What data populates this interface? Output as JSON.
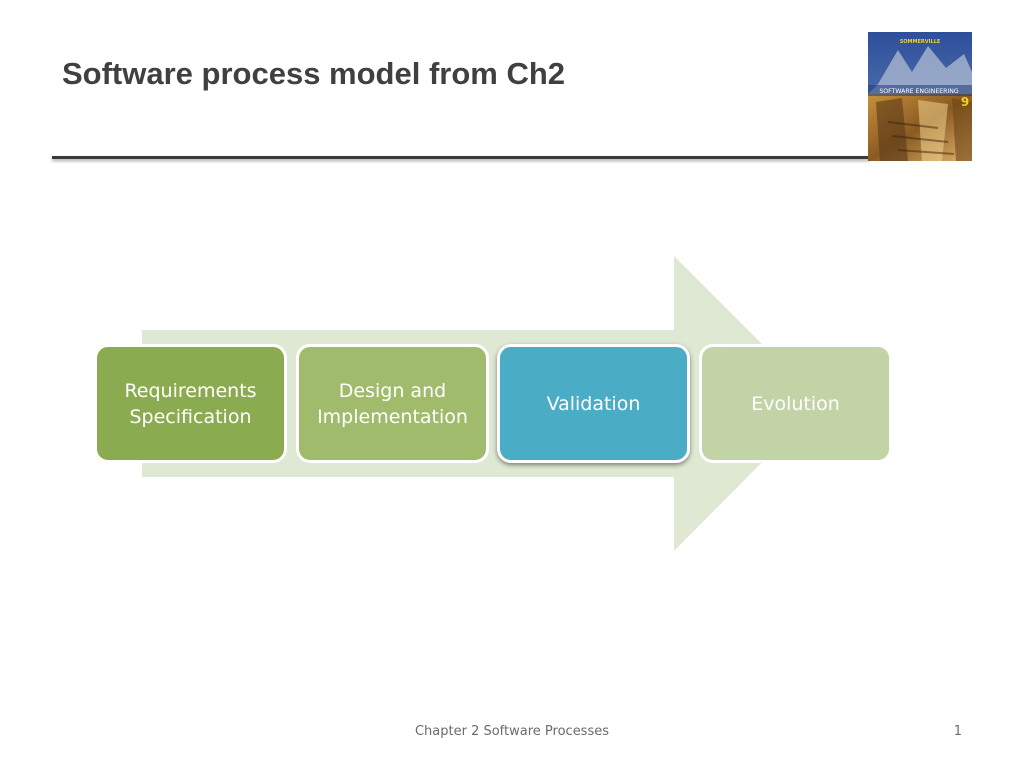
{
  "slide": {
    "title": "Software process model from Ch2",
    "footer": "Chapter 2 Software Processes",
    "page_number": "1"
  },
  "book_cover": {
    "author": "SOMMERVILLE",
    "title": "SOFTWARE ENGINEERING",
    "edition": "9"
  },
  "process": {
    "stages": [
      {
        "line1": "Requirements",
        "line2": "Specification"
      },
      {
        "line1": "Design and",
        "line2": "Implementation"
      },
      {
        "line1": "Validation",
        "line2": ""
      },
      {
        "line1": "Evolution",
        "line2": ""
      }
    ],
    "highlighted_stage": "Validation"
  },
  "colors": {
    "title_text": "#404040",
    "arrow": "#dfe8d3",
    "stage_1": "#8aab4f",
    "stage_2": "#a0bb6c",
    "stage_3_highlight": "#4bacc6",
    "stage_4": "#c2d3a5"
  }
}
